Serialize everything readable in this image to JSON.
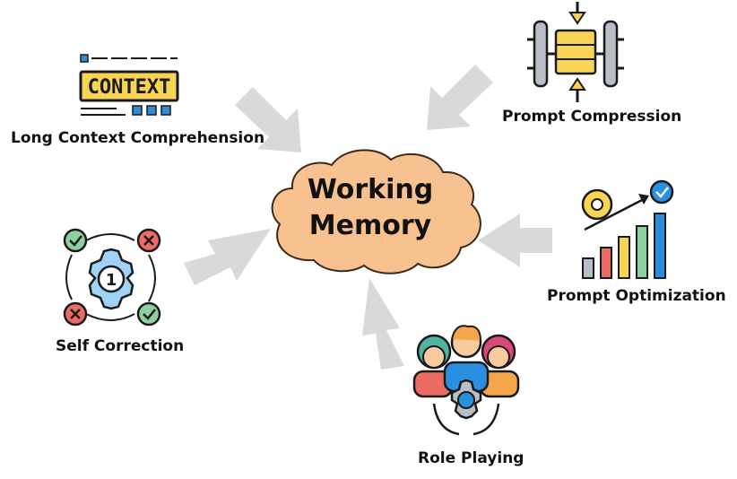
{
  "center": {
    "line1": "Working",
    "line2": "Memory"
  },
  "nodes": {
    "long_context": {
      "label": "Long Context Comprehension",
      "badge": "CONTEXT"
    },
    "prompt_compression": {
      "label": "Prompt Compression"
    },
    "prompt_optimization": {
      "label": "Prompt Optimization"
    },
    "self_correction": {
      "label": "Self Correction",
      "step": "1"
    },
    "role_playing": {
      "label": "Role Playing"
    }
  },
  "colors": {
    "cloud": "#f7c28f",
    "cloud_outline": "#3a2a1a",
    "arrow": "#d9d9d9",
    "outline": "#1a1a1a",
    "yellow": "#f8d454",
    "blue": "#2b8fe0",
    "green": "#8fd19e",
    "red": "#ec6b63",
    "gray": "#b9bec6"
  }
}
